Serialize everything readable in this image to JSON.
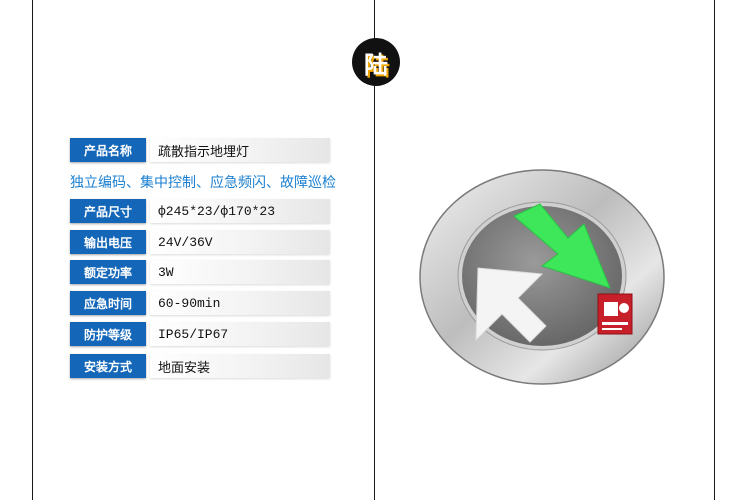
{
  "badge": {
    "glyph": "陆"
  },
  "spec": {
    "product_name_label": "产品名称",
    "product_name_value": "疏散指示地埋灯",
    "features": "独立编码、集中控制、应急频闪、故障巡检",
    "size_label": "产品尺寸",
    "size_value": "ф245*23/ф170*23",
    "voltage_label": "输出电压",
    "voltage_value": "24V/36V",
    "power_label": "额定功率",
    "power_value": "3W",
    "emergency_label": "应急时间",
    "emergency_value": "60-90min",
    "protection_label": "防护等级",
    "protection_value": "IP65/IP67",
    "install_label": "安装方式",
    "install_value": "地面安装"
  },
  "colors": {
    "label_bg": "#1467b8",
    "feature_text": "#1a7fd0",
    "arrow_green": "#3ee65a",
    "arrow_white": "#f4f4f4",
    "cert_red": "#c8202a"
  }
}
